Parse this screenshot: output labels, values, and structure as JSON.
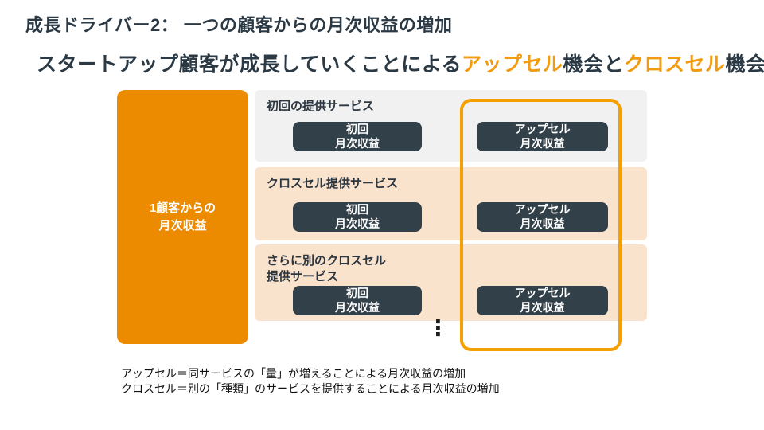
{
  "slide": {
    "title": "成長ドライバー2： 一つの顧客からの月次収益の増加",
    "subtitle": {
      "prefix": "スタートアップ顧客が成長していくことによる",
      "highlight_upsell": "アップセル",
      "mid": "機会と",
      "highlight_crosssell": "クロスセル",
      "suffix": "機会"
    },
    "left_box": {
      "line1": "1顧客からの",
      "line2": "月次収益"
    },
    "rows": [
      {
        "label_line1": "初回の提供サービス",
        "label_line2": "",
        "first_pill": {
          "line1": "初回",
          "line2": "月次収益"
        },
        "upsell_pill": {
          "line1": "アップセル",
          "line2": "月次収益"
        }
      },
      {
        "label_line1": "クロスセル提供サービス",
        "label_line2": "",
        "first_pill": {
          "line1": "初回",
          "line2": "月次収益"
        },
        "upsell_pill": {
          "line1": "アップセル",
          "line2": "月次収益"
        }
      },
      {
        "label_line1": "さらに別のクロスセル",
        "label_line2": "提供サービス",
        "first_pill": {
          "line1": "初回",
          "line2": "月次収益"
        },
        "upsell_pill": {
          "line1": "アップセル",
          "line2": "月次収益"
        }
      }
    ],
    "ellipsis": "⋮",
    "notes": [
      "アップセル＝同サービスの「量」が増えることによる月次収益の増加",
      "クロスセル＝別の「種類」のサービスを提供することによる月次収益の増加"
    ],
    "colors": {
      "accent_orange": "#F29B11",
      "solid_orange": "#ED8B00",
      "outline_orange": "#F5A000",
      "peach_row": "#FAE3CC",
      "gray_row": "#F1F1F1",
      "dark_pill": "#324049",
      "text_dark": "#2B3944"
    }
  }
}
